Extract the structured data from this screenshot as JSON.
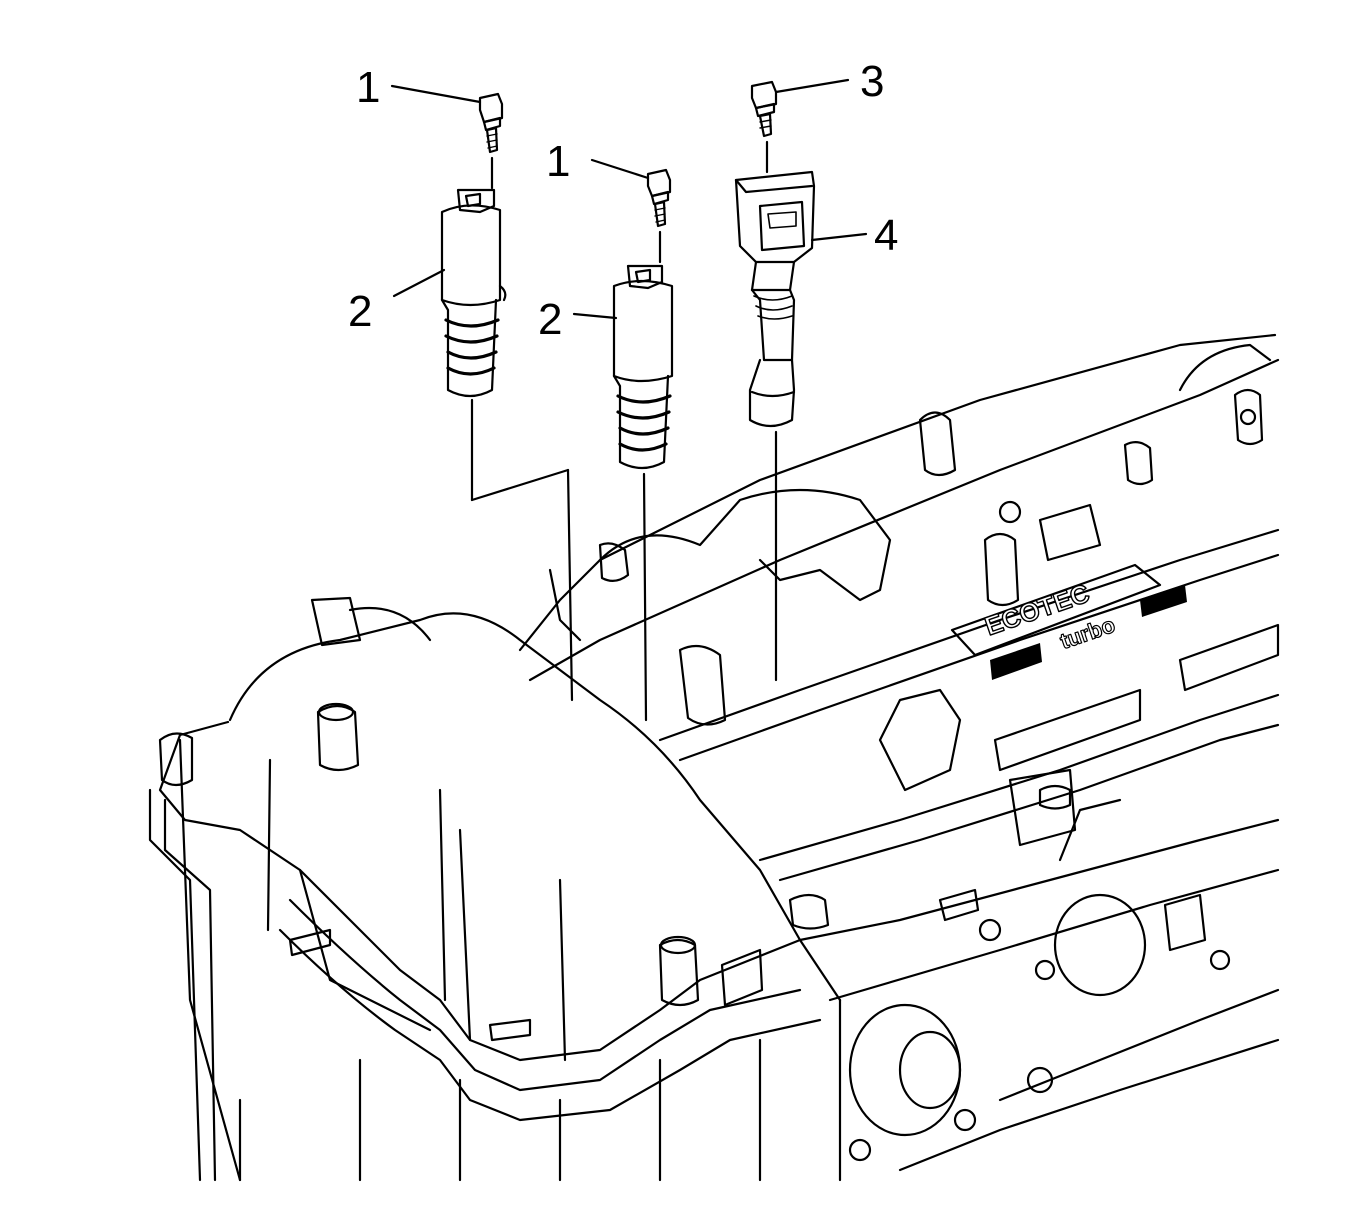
{
  "callouts": [
    {
      "id": "callout-1a",
      "text": "1"
    },
    {
      "id": "callout-1b",
      "text": "1"
    },
    {
      "id": "callout-2a",
      "text": "2"
    },
    {
      "id": "callout-2b",
      "text": "2"
    },
    {
      "id": "callout-3",
      "text": "3"
    },
    {
      "id": "callout-4",
      "text": "4"
    }
  ],
  "cover_badge": {
    "brand": "ECOTEC",
    "sub": "turbo"
  },
  "colors": {
    "line": "#000000",
    "background": "#ffffff"
  }
}
